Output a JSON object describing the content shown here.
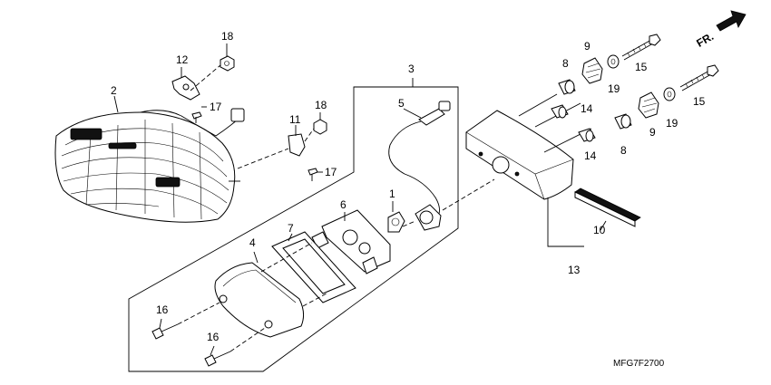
{
  "direction_label": "FR.",
  "drawing_code": "MFG7F2700",
  "callouts": {
    "p1": "1",
    "p2": "2",
    "p3": "3",
    "p4": "4",
    "p5": "5",
    "p6": "6",
    "p7": "7",
    "p8a": "8",
    "p8b": "8",
    "p9a": "9",
    "p9b": "9",
    "p10": "10",
    "p11": "11",
    "p12": "12",
    "p13": "13",
    "p14a": "14",
    "p14b": "14",
    "p15a": "15",
    "p15b": "15",
    "p16a": "16",
    "p16b": "16",
    "p17a": "17",
    "p17b": "17",
    "p18a": "18",
    "p18b": "18",
    "p19a": "19",
    "p19b": "19"
  }
}
